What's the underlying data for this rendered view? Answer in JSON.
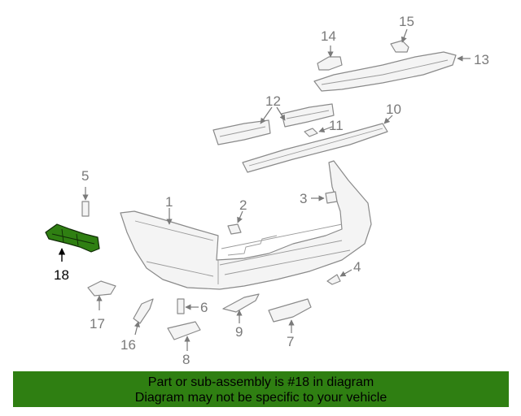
{
  "diagram": {
    "highlight_color": "#2f7f12",
    "callouts": {
      "c1": "1",
      "c2": "2",
      "c3": "3",
      "c4": "4",
      "c5": "5",
      "c6": "6",
      "c7": "7",
      "c8": "8",
      "c9": "9",
      "c10": "10",
      "c11": "11",
      "c12": "12",
      "c13": "13",
      "c14": "14",
      "c15": "15",
      "c16": "16",
      "c17": "17",
      "c18": "18"
    }
  },
  "banner": {
    "line1": "Part or sub-assembly is #18 in diagram",
    "line2": "Diagram may not be specific to your vehicle",
    "background": "#2f7f12"
  }
}
